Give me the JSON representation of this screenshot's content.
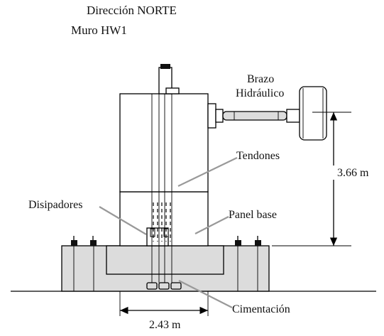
{
  "title": {
    "direction": "Dirección NORTE",
    "wall": "Muro HW1"
  },
  "labels": {
    "actuator": [
      "Brazo",
      "Hidráulico"
    ],
    "tendons": "Tendones",
    "dissipators": "Disipadores",
    "base_panel": "Panel base",
    "foundation": "Cimentación"
  },
  "dimensions": {
    "height": "3.66 m",
    "width": "2.43 m"
  }
}
